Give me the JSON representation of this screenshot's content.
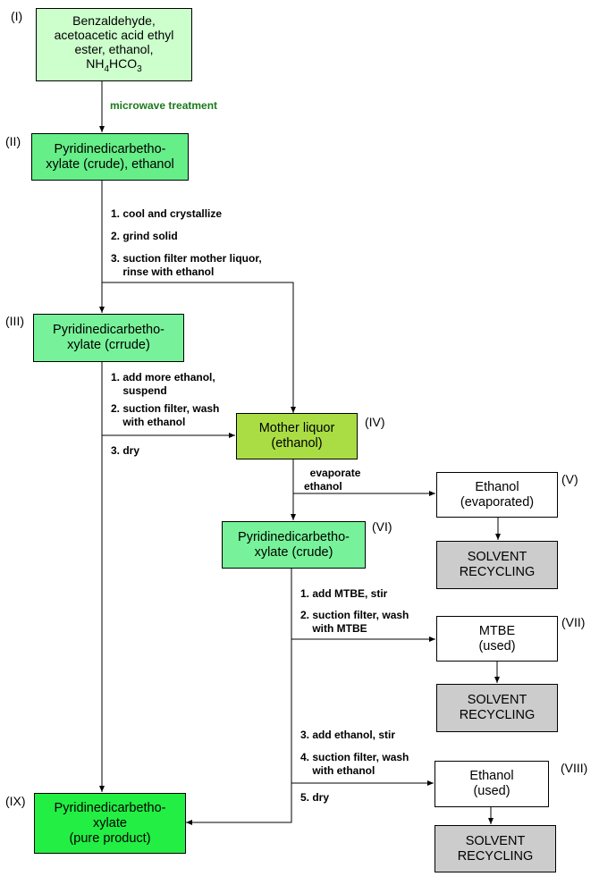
{
  "colors": {
    "start": "#ccffcc",
    "intermediate": "#66ee88",
    "intermediate_light": "#77f29a",
    "mother_liquor": "#aadd44",
    "product": "#22ee44",
    "waste": "#cccccc",
    "plain": "#ffffff",
    "microwave_text": "#1a7a1a"
  },
  "nodes": {
    "I": {
      "roman": "(I)",
      "line1": "Benzaldehyde,",
      "line2": "acetoacetic acid ethyl",
      "line3": "ester, ethanol,",
      "nh": "NH",
      "sub4": "4",
      "hco": "HCO",
      "sub3": "3"
    },
    "II": {
      "roman": "(II)",
      "text": "Pyridinedicarbetho-\nxylate (crude), ethanol"
    },
    "III": {
      "roman": "(III)",
      "text": "Pyridinedicarbetho-\nxylate (crrude)"
    },
    "IV": {
      "roman": "(IV)",
      "text": "Mother liquor\n(ethanol)"
    },
    "V": {
      "roman": "(V)",
      "text": "Ethanol\n(evaporated)"
    },
    "VI": {
      "roman": "(VI)",
      "text": "Pyridinedicarbetho-\nxylate (crude)"
    },
    "VII": {
      "roman": "(VII)",
      "text": "MTBE\n(used)"
    },
    "VIII": {
      "roman": "(VIII)",
      "text": "Ethanol\n(used)"
    },
    "IX": {
      "roman": "(IX)",
      "text": "Pyridinedicarbetho-\nxylate\n(pure product)"
    },
    "R1": {
      "text": "SOLVENT\nRECYCLING"
    },
    "R2": {
      "text": "SOLVENT\nRECYCLING"
    },
    "R3": {
      "text": "SOLVENT\nRECYCLING"
    }
  },
  "steps": {
    "microwave": "microwave treatment",
    "s1": "1. cool and crystallize",
    "s2": "2. grind solid",
    "s3": "3. suction filter mother liquor,\n    rinse with ethanol",
    "t1": "1. add more ethanol,\n    suspend",
    "t2": "2. suction filter, wash\n    with ethanol",
    "t3": "3. dry",
    "evap": "  evaporate\nethanol",
    "u1": "1. add MTBE, stir",
    "u2": "2. suction filter, wash\n    with MTBE",
    "u3": "3. add ethanol, stir",
    "u4": "4. suction filter, wash\n    with ethanol",
    "u5": "5. dry"
  }
}
